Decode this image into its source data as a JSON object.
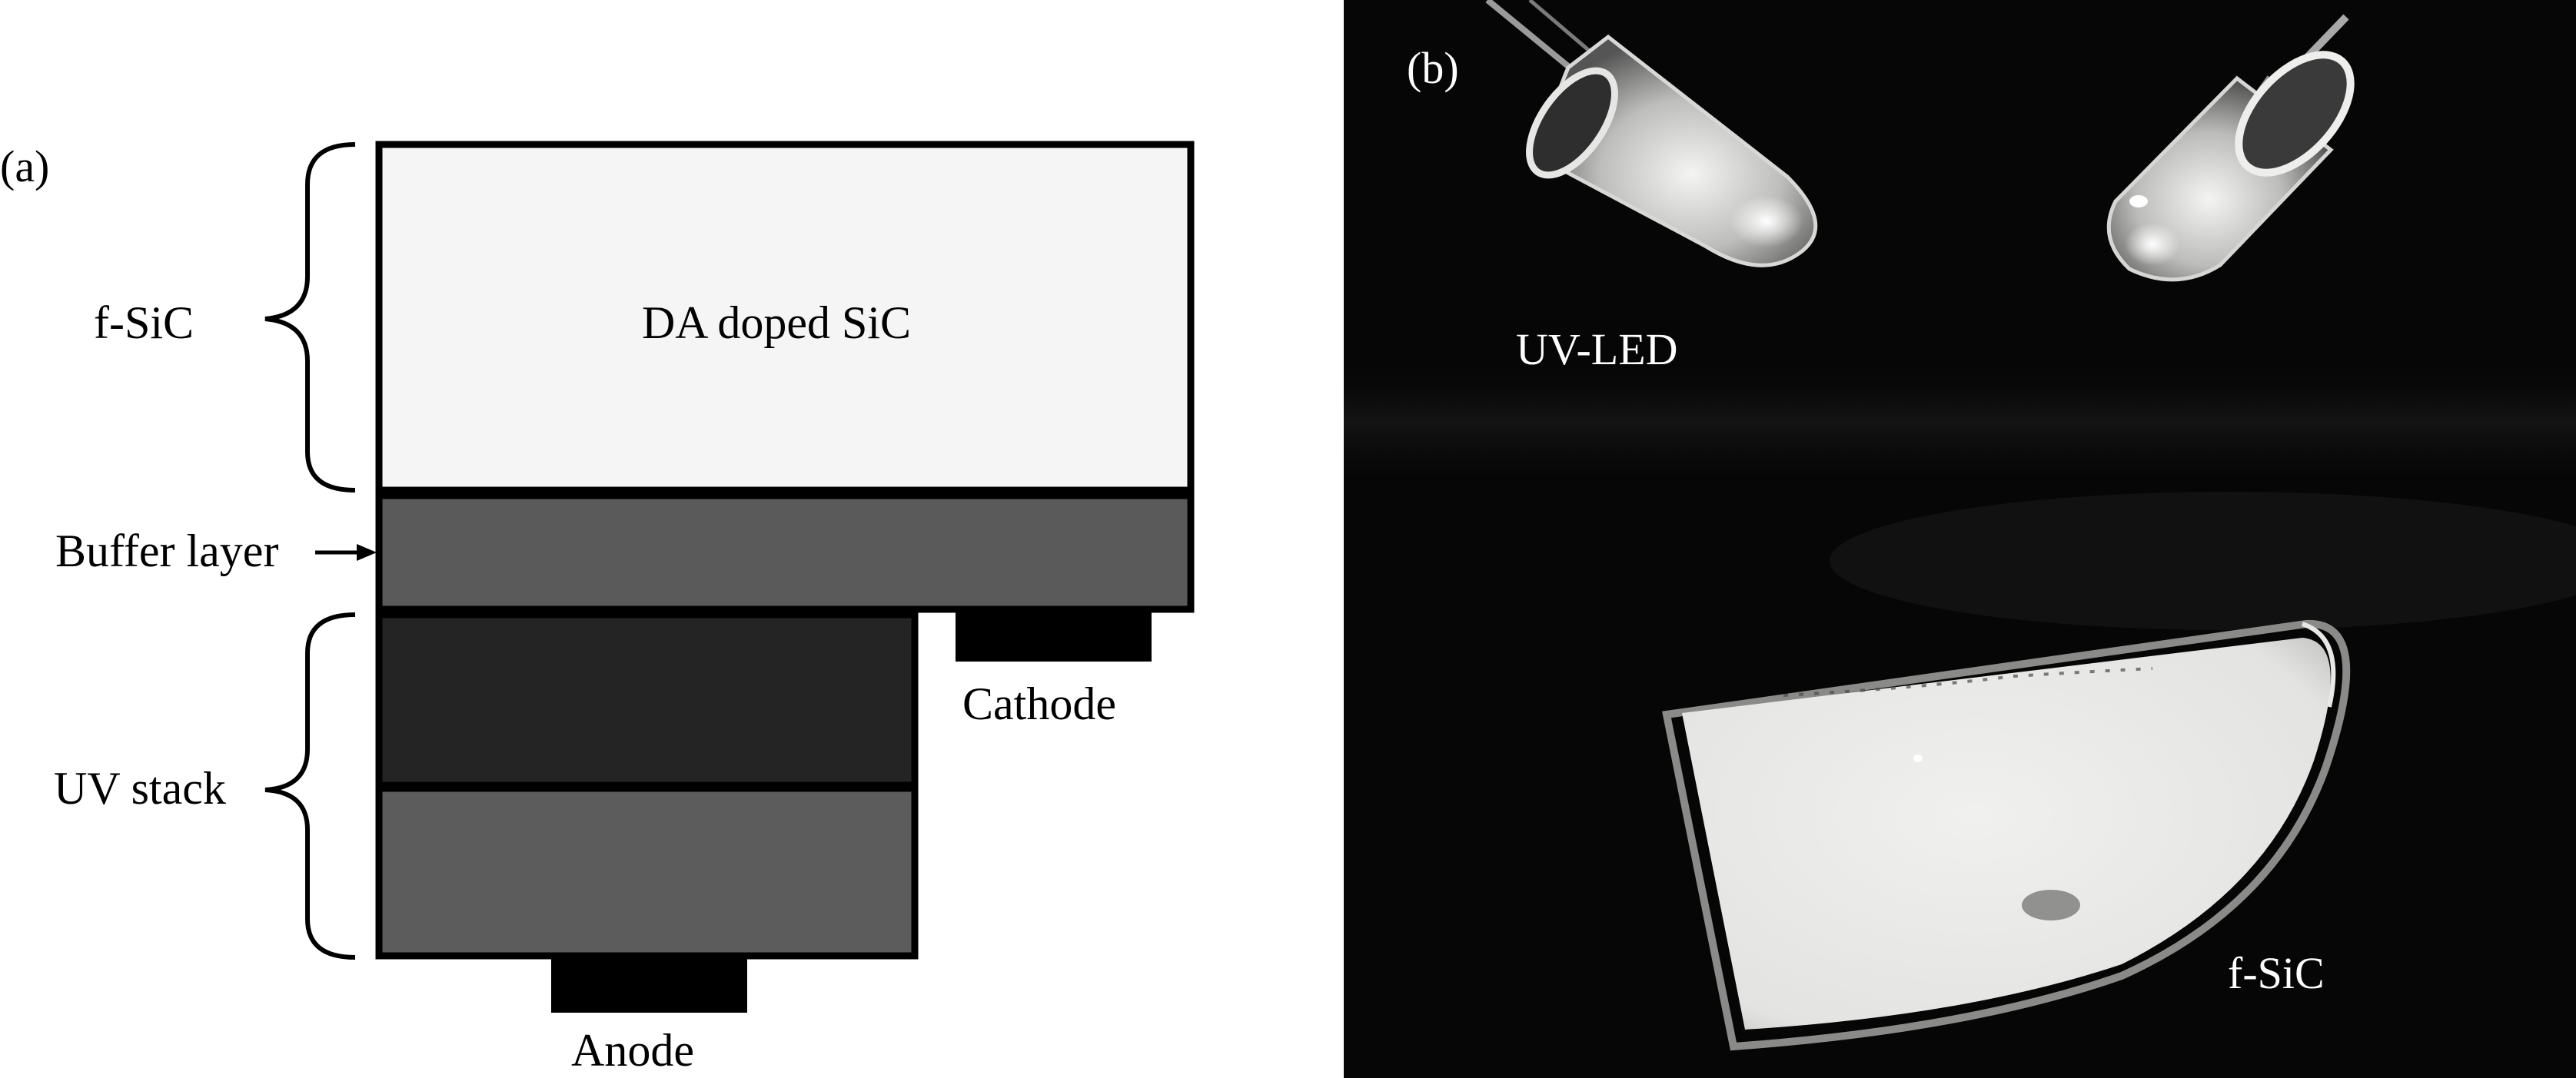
{
  "panel_a": {
    "label": "(a)",
    "layers": {
      "top": "DA doped SiC",
      "buffer": "Buffer layer"
    },
    "groups": {
      "fsic": "f-SiC",
      "uvstack": "UV stack"
    },
    "contacts": {
      "cathode": "Cathode",
      "anode": "Anode"
    },
    "colors": {
      "top_fill": "#f5f5f5",
      "buffer_fill": "#5a5a5a",
      "uv_upper_fill": "#242424",
      "uv_lower_fill": "#5c5c5c",
      "contact_fill": "#000000",
      "outline": "#000000"
    }
  },
  "panel_b": {
    "label": "(b)",
    "uvled_caption": "UV-LED",
    "sample_caption": "f-SiC",
    "colors": {
      "background": "#060606",
      "glow": "#ececea",
      "caption": "#ffffff"
    }
  }
}
